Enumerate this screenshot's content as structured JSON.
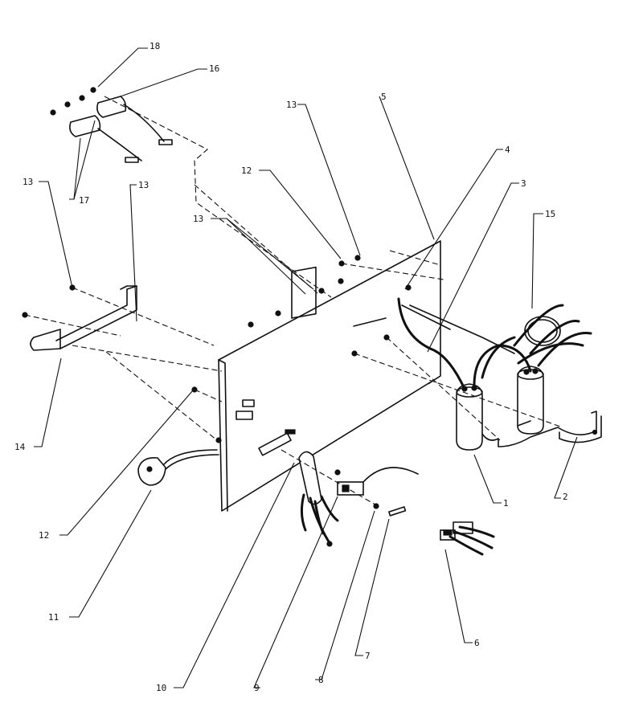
{
  "callouts": [
    {
      "id": "1",
      "label": "1"
    },
    {
      "id": "2",
      "label": "2"
    },
    {
      "id": "3",
      "label": "3"
    },
    {
      "id": "4",
      "label": "4"
    },
    {
      "id": "5",
      "label": "5"
    },
    {
      "id": "6",
      "label": "6"
    },
    {
      "id": "7",
      "label": "7"
    },
    {
      "id": "8",
      "label": "8"
    },
    {
      "id": "9",
      "label": "9"
    },
    {
      "id": "10",
      "label": "10"
    },
    {
      "id": "11",
      "label": "11"
    },
    {
      "id": "12a",
      "label": "12"
    },
    {
      "id": "12b",
      "label": "12"
    },
    {
      "id": "13a",
      "label": "13"
    },
    {
      "id": "13b",
      "label": "13"
    },
    {
      "id": "13c",
      "label": "13"
    },
    {
      "id": "13d",
      "label": "13"
    },
    {
      "id": "14",
      "label": "14"
    },
    {
      "id": "15",
      "label": "15"
    },
    {
      "id": "16",
      "label": "16"
    },
    {
      "id": "17",
      "label": "17"
    },
    {
      "id": "18",
      "label": "18"
    }
  ]
}
